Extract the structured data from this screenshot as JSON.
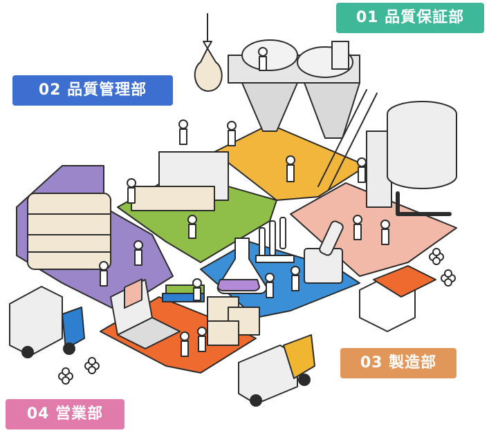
{
  "labels": {
    "quality_assurance": "01 品質保証部",
    "quality_control": "02 品質管理部",
    "manufacturing": "03 製造部",
    "sales": "04 営業部"
  },
  "colors": {
    "quality_assurance": "#3fb89a",
    "quality_control": "#3d6fd1",
    "manufacturing": "#e2975a",
    "sales": "#e07bab",
    "yellow_zone": "#f2b63c",
    "green_zone": "#8fbe49",
    "purple_zone": "#9a86c8",
    "pink_zone": "#f3b9a8",
    "blue_zone": "#3a8fd6",
    "orange_zone": "#ee6a2e",
    "truck_cab_blue": "#2f7fd0",
    "truck_cab_yellow": "#f0b531",
    "outline": "#2b2b2b"
  }
}
